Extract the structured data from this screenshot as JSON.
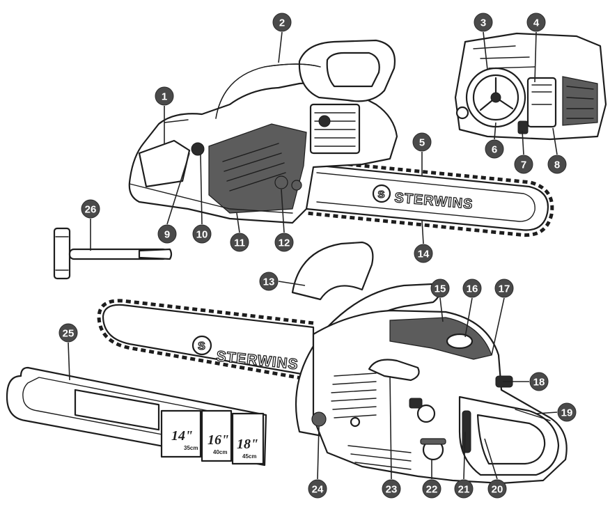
{
  "brand": {
    "name": "STERWINS",
    "logo_letter": "S"
  },
  "guard_sizes": [
    {
      "size": "14\"",
      "metric": "35cm"
    },
    {
      "size": "16\"",
      "metric": "40cm"
    },
    {
      "size": "18\"",
      "metric": "45cm"
    }
  ],
  "callouts": [
    "1",
    "2",
    "3",
    "4",
    "5",
    "6",
    "7",
    "8",
    "9",
    "10",
    "11",
    "12",
    "13",
    "14",
    "15",
    "16",
    "17",
    "18",
    "19",
    "20",
    "21",
    "22",
    "23",
    "24",
    "25",
    "26"
  ],
  "colors": {
    "callout_fill": "#4a4a4a",
    "line": "#1d1d1d",
    "background": "#ffffff"
  }
}
